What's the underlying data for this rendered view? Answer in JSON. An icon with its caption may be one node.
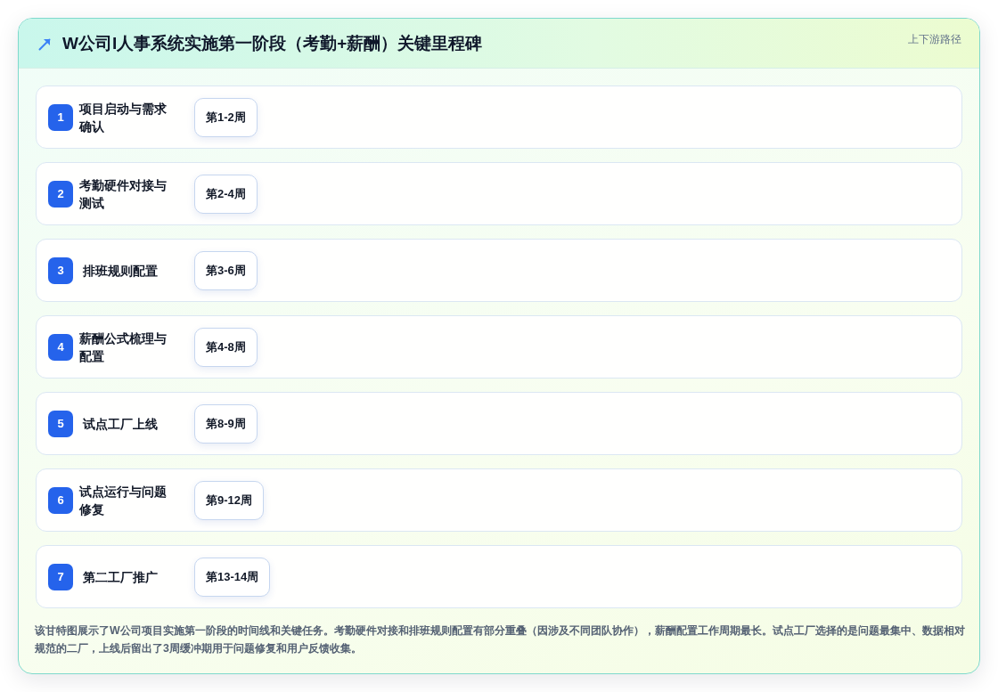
{
  "diagram": {
    "title": "W公司I人事系统实施第一阶段（考勤+薪酬）关键里程碑",
    "nodes": [
      {
        "text": [
          "项目启动与需求确认"
        ]
      },
      {
        "text": [
          "1"
        ],
        "in": 0
      },
      {
        "text": [
          "第1-2周"
        ],
        "in": 0
      },
      {
        "text": [
          "考勤硬件对接与测试"
        ]
      },
      {
        "text": [
          "2"
        ],
        "in": 3
      },
      {
        "text": [
          "第2-4周"
        ],
        "in": 3
      },
      {
        "text": [
          "排班规则配置"
        ]
      },
      {
        "text": [
          "3"
        ],
        "in": 6
      },
      {
        "text": [
          "第3-6周"
        ],
        "in": 6
      },
      {
        "text": [
          "薪酬公式梳理与配置"
        ]
      },
      {
        "text": [
          "4"
        ],
        "in": 9
      },
      {
        "text": [
          "第4-8周"
        ],
        "in": 9
      },
      {
        "text": [
          "试点工厂上线"
        ]
      },
      {
        "text": [
          "5"
        ],
        "in": 12
      },
      {
        "text": [
          "第8-9周"
        ],
        "in": 12
      },
      {
        "text": [
          "试点运行与问题修复"
        ]
      },
      {
        "text": [
          "6"
        ],
        "in": 15
      },
      {
        "text": [
          "第9-12周"
        ],
        "in": 15
      },
      {
        "text": [
          "第二工厂推广"
        ]
      },
      {
        "text": [
          "7"
        ],
        "in": 18
      },
      {
        "text": [
          "第13-14周"
        ],
        "in": 18
      }
    ],
    "labels": [
      "上下游路径"
    ],
    "caption": "该甘特图展示了W公司项目实施第一阶段的时间线和关键任务。考勤硬件对接和排班规则配置有部分重叠（因涉及不同团队协作），薪酬配置工作周期最长。试点工厂选择的是问题最集中、数据相对规范的二厂，上线后留出了3周缓冲期用于问题修复和用户反馈收集。"
  }
}
